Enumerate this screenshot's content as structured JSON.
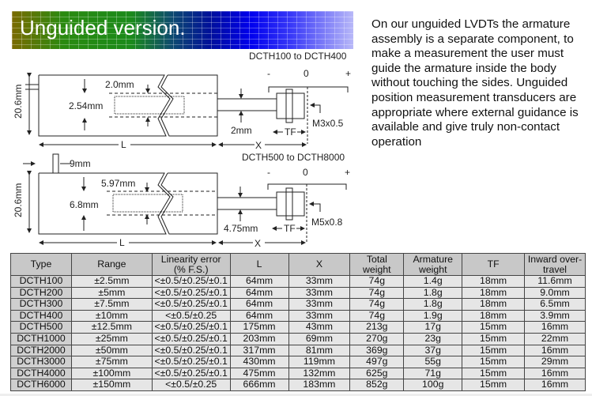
{
  "banner": {
    "title": "Unguided version."
  },
  "description": "On our unguided LVDTs the armature assembly is a separate component, to make a measurement the user must guide the armature inside the body without touching the sides. Unguided position measurement transducers are appropriate where external guidance is available and give truly non-contact operation",
  "diagram1": {
    "title": "DCTH100 to DCTH400",
    "minus": "-",
    "zero": "0",
    "plus": "+",
    "height": "20.6mm",
    "bore": "2.0mm",
    "armature": "2.54mm",
    "rod": "2mm",
    "thread": "M3x0.5",
    "tf": "TF",
    "l": "L",
    "x": "X"
  },
  "diagram2": {
    "title": "DCTH500 to DCTH8000",
    "minus": "-",
    "zero": "0",
    "plus": "+",
    "height": "20.6mm",
    "connector": "9mm",
    "bore": "5.97mm",
    "armature": "6.8mm",
    "rod": "4.75mm",
    "thread": "M5x0.8",
    "tf": "TF",
    "l": "L",
    "x": "X"
  },
  "table": {
    "headers": [
      "Type",
      "Range",
      "Linearity error (% F.S.)",
      "L",
      "X",
      "Total weight",
      "Armature weight",
      "TF",
      "Inward over-travel"
    ],
    "rows": [
      [
        "DCTH100",
        "±2.5mm",
        "<±0.5/±0.25/±0.1",
        "64mm",
        "33mm",
        "74g",
        "1.4g",
        "18mm",
        "11.6mm"
      ],
      [
        "DCTH200",
        "±5mm",
        "<±0.5/±0.25/±0.1",
        "64mm",
        "33mm",
        "74g",
        "1.8g",
        "18mm",
        "9.0mm"
      ],
      [
        "DCTH300",
        "±7.5mm",
        "<±0.5/±0.25/±0.1",
        "64mm",
        "33mm",
        "74g",
        "1.8g",
        "18mm",
        "6.5mm"
      ],
      [
        "DCTH400",
        "±10mm",
        "<±0.5/±0.25",
        "64mm",
        "33mm",
        "74g",
        "1.9g",
        "18mm",
        "3.9mm"
      ],
      [
        "DCTH500",
        "±12.5mm",
        "<±0.5/±0.25/±0.1",
        "175mm",
        "43mm",
        "213g",
        "17g",
        "15mm",
        "16mm"
      ],
      [
        "DCTH1000",
        "±25mm",
        "<±0.5/±0.25/±0.1",
        "203mm",
        "69mm",
        "270g",
        "23g",
        "15mm",
        "22mm"
      ],
      [
        "DCTH2000",
        "±50mm",
        "<±0.5/±0.25/±0.1",
        "317mm",
        "81mm",
        "369g",
        "37g",
        "15mm",
        "16mm"
      ],
      [
        "DCTH3000",
        "±75mm",
        "<±0.5/±0.25/±0.1",
        "430mm",
        "119mm",
        "497g",
        "55g",
        "15mm",
        "29mm"
      ],
      [
        "DCTH4000",
        "±100mm",
        "<±0.5/±0.25/±0.1",
        "475mm",
        "132mm",
        "625g",
        "71g",
        "15mm",
        "16mm"
      ],
      [
        "DCTH6000",
        "±150mm",
        "<±0.5/±0.25",
        "666mm",
        "183mm",
        "852g",
        "100g",
        "15mm",
        "16mm"
      ]
    ]
  }
}
